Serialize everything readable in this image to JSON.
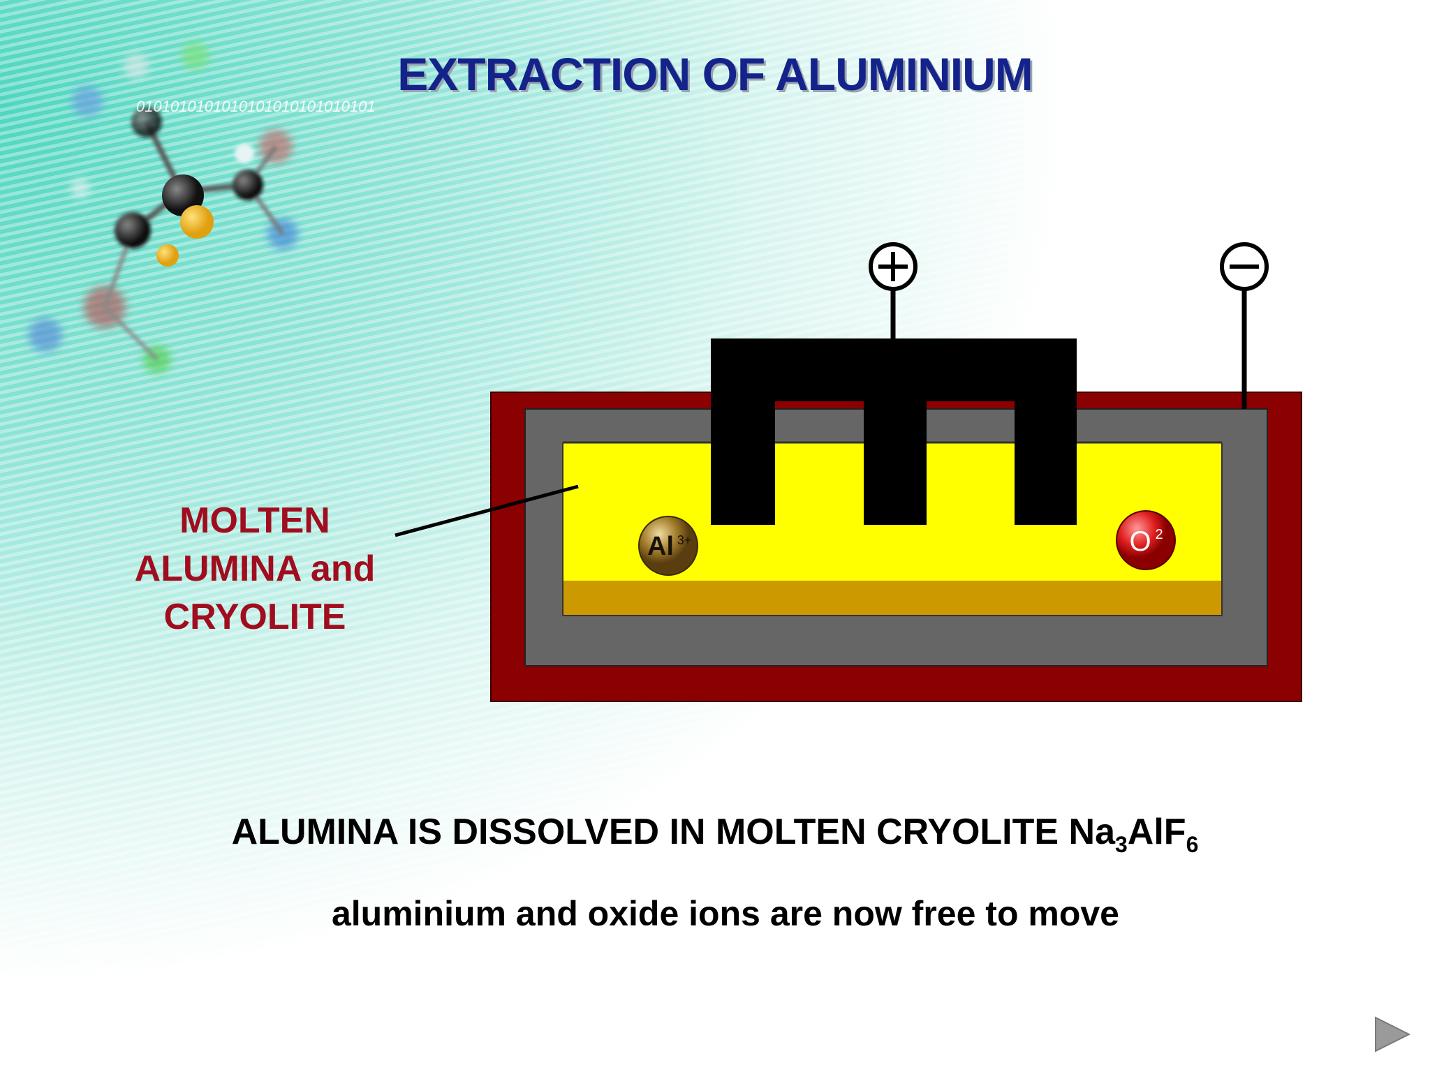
{
  "slide": {
    "title": "EXTRACTION OF ALUMINIUM",
    "decoration_binary": "0101010101010101010101010101",
    "callout_lines": [
      "MOLTEN",
      "ALUMINA and",
      "CRYOLITE"
    ],
    "caption_main": "ALUMINA IS DISSOLVED IN MOLTEN CRYOLITE Na",
    "caption_formula_sub1": "3",
    "caption_formula_mid": "AlF",
    "caption_formula_sub2": "6",
    "caption_secondary": "aluminium and oxide ions are now free to move"
  },
  "cell": {
    "anode_terminal_symbol": "+",
    "cathode_terminal_symbol": "−",
    "ion_aluminium_symbol": "Al",
    "ion_aluminium_charge": "3+",
    "ion_oxide_symbol": "O",
    "ion_oxide_charge": "2",
    "colors": {
      "casing": "#8b0000",
      "cathode_lining": "#666666",
      "electrolyte": "#ffff00",
      "molten_aluminium": "#cc9900",
      "anode": "#000000",
      "aluminium_ion": "#a07a2a",
      "oxide_ion": "#e01e1e"
    }
  },
  "nav": {
    "icon": "play-triangle-icon"
  }
}
